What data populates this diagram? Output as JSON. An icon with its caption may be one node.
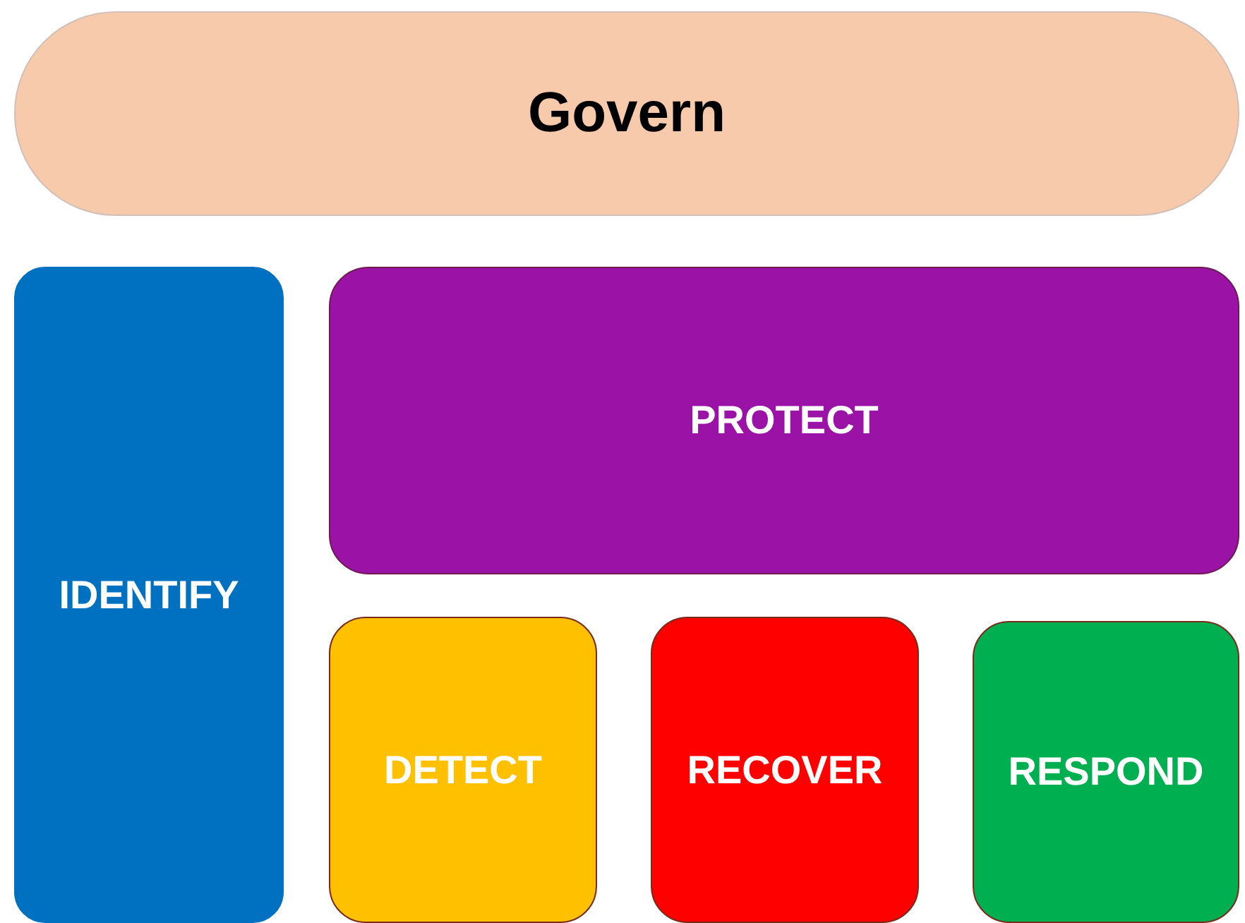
{
  "diagram": {
    "nodes": [
      {
        "text": [
          "Govern"
        ]
      },
      {
        "text": [
          "IDENTIFY"
        ]
      },
      {
        "text": [
          "PROTECT"
        ]
      },
      {
        "text": [
          "DETECT"
        ]
      },
      {
        "text": [
          "RECOVER"
        ]
      },
      {
        "text": [
          "RESPOND"
        ]
      }
    ]
  }
}
